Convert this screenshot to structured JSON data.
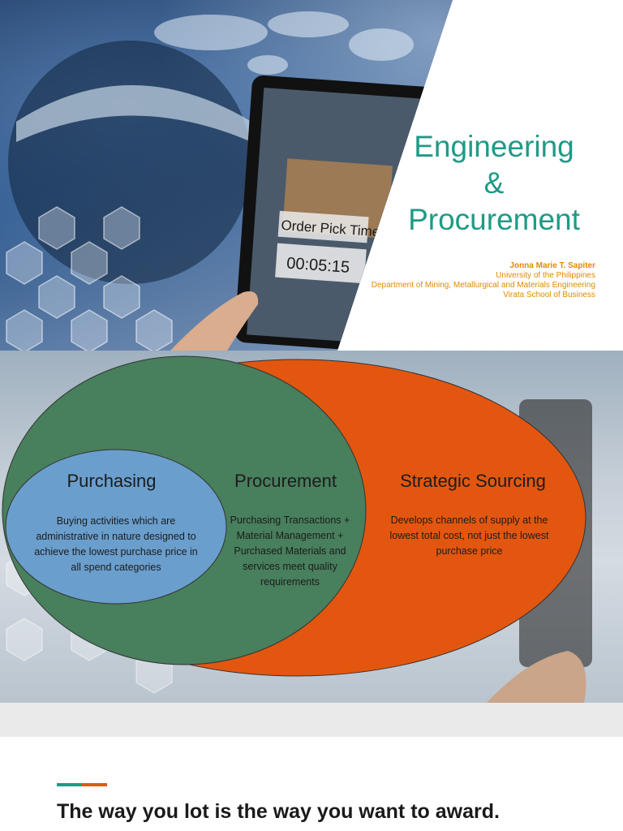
{
  "cover": {
    "image_text": {
      "order_pick_label": "Order Pick Time",
      "timer": "00:05:15"
    },
    "title": {
      "line1": "Engineering",
      "line2": "&",
      "line3": "Procurement"
    },
    "author": {
      "name": "Jonna Marie T. Sapiter",
      "affiliation1": "University of the Philippines",
      "affiliation2": "Department of Mining, Metallurgical and Materials Engineering",
      "affiliation3": "Virata School of Business"
    },
    "colors": {
      "title": "#1f9a86",
      "author": "#e08a00"
    }
  },
  "venn": {
    "outer": {
      "heading": "Strategic Sourcing",
      "text": "Develops channels of supply at the lowest total cost, not just the lowest purchase price",
      "color": "#e3560f"
    },
    "middle": {
      "heading": "Procurement",
      "text": "Purchasing Transactions + Material Management + Purchased Materials and services meet quality requirements",
      "color": "#487f5d"
    },
    "inner": {
      "heading": "Purchasing",
      "text": "Buying activities which are administrative in nature designed to achieve the lowest purchase price in all spend categories",
      "color": "#6a9ecd"
    }
  },
  "slide3": {
    "slogan": "The way you lot is the way you want to award.",
    "accent_colors": [
      "#1f9a86",
      "#e05a12"
    ]
  }
}
